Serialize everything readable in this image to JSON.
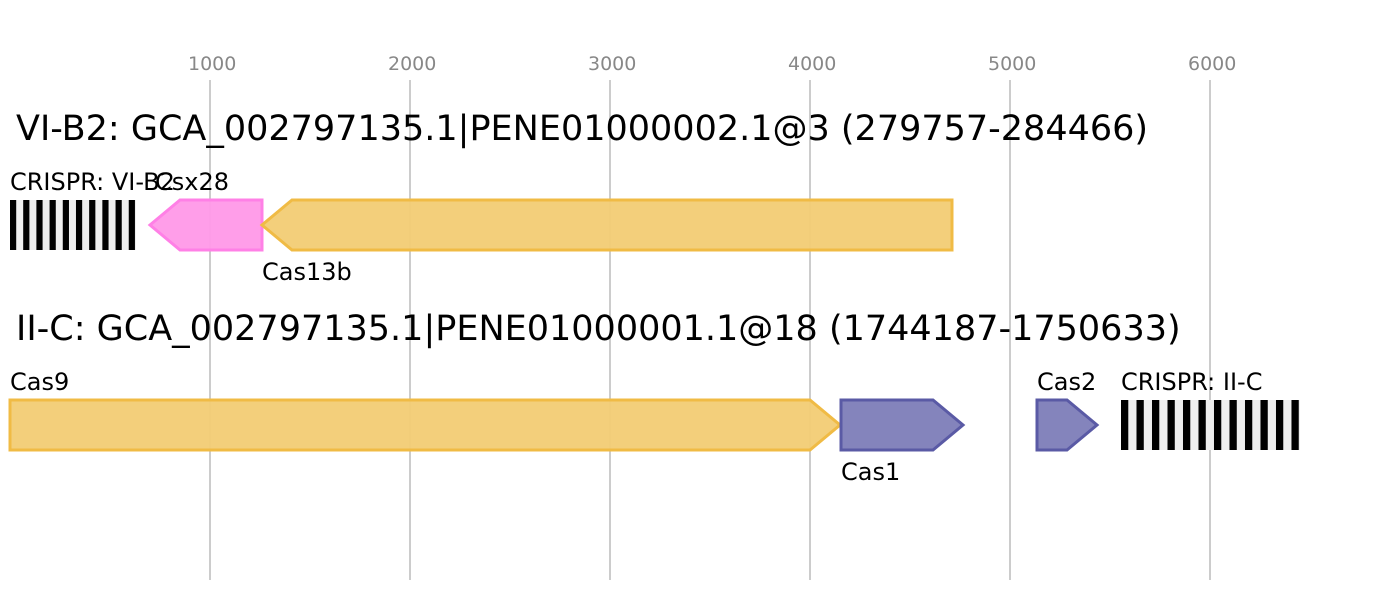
{
  "axis": {
    "ticks": [
      1000,
      2000,
      3000,
      4000,
      5000,
      6000
    ],
    "grid_color": "#bbbbbb",
    "tick_color": "#888888"
  },
  "colors": {
    "csx28": "#ff99e8",
    "csx28_stroke": "#ff80e6",
    "cas_major": "#f2cc74",
    "cas_major_stroke": "#f0bb45",
    "cas_adapt": "#7d7db8",
    "cas_adapt_stroke": "#5a5aa5"
  },
  "loci": [
    {
      "title": "VI-B2: GCA_002797135.1|PENE01000002.1@3 (279757-284466)",
      "features": [
        {
          "label": "CRISPR: VI-B2",
          "type": "crispr",
          "start": 0,
          "end": 630,
          "repeats": 10,
          "label_pos": "above"
        },
        {
          "label": "Csx28",
          "type": "gene",
          "start": 700,
          "end": 1260,
          "strand": "-",
          "color": "csx28",
          "label_pos": "above"
        },
        {
          "label": "Cas13b",
          "type": "gene",
          "start": 1260,
          "end": 4710,
          "strand": "-",
          "color": "cas_major",
          "label_pos": "below"
        }
      ]
    },
    {
      "title": "II-C: GCA_002797135.1|PENE01000001.1@18 (1744187-1750633)",
      "features": [
        {
          "label": "Cas9",
          "type": "gene",
          "start": 0,
          "end": 4150,
          "strand": "+",
          "color": "cas_major",
          "label_pos": "above"
        },
        {
          "label": "Cas1",
          "type": "gene",
          "start": 4155,
          "end": 4765,
          "strand": "+",
          "color": "cas_adapt",
          "label_pos": "below"
        },
        {
          "label": "Cas2",
          "type": "gene",
          "start": 5135,
          "end": 5435,
          "strand": "+",
          "color": "cas_adapt",
          "label_pos": "above"
        },
        {
          "label": "CRISPR: II-C",
          "type": "crispr",
          "start": 5555,
          "end": 6450,
          "repeats": 12,
          "label_pos": "above"
        }
      ]
    }
  ]
}
